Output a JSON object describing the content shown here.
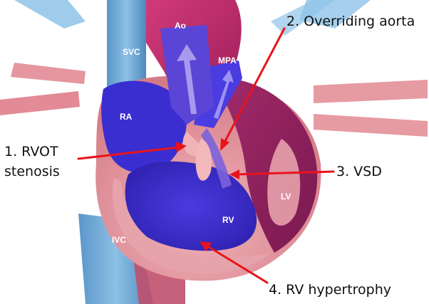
{
  "anatomy_labels": {
    "ao": "Ao",
    "svc": "SVC",
    "mpa": "MPA",
    "ra": "RA",
    "lv": "LV",
    "rv": "RV",
    "ivc": "IVC"
  },
  "callouts": {
    "rvot_line1": "1. RVOT",
    "rvot_line2": "stenosis",
    "overriding_aorta": "2. Overriding aorta",
    "vsd": "3. VSD",
    "rv_hypertrophy": "4. RV hypertrophy"
  },
  "colors": {
    "arrow": "#e8141c",
    "vein_blue": "#6fa7d4",
    "aorta_magenta": "#c02a6a",
    "rv_blue": "#3d2fcf",
    "muscle_pink": "#e69aa2"
  }
}
